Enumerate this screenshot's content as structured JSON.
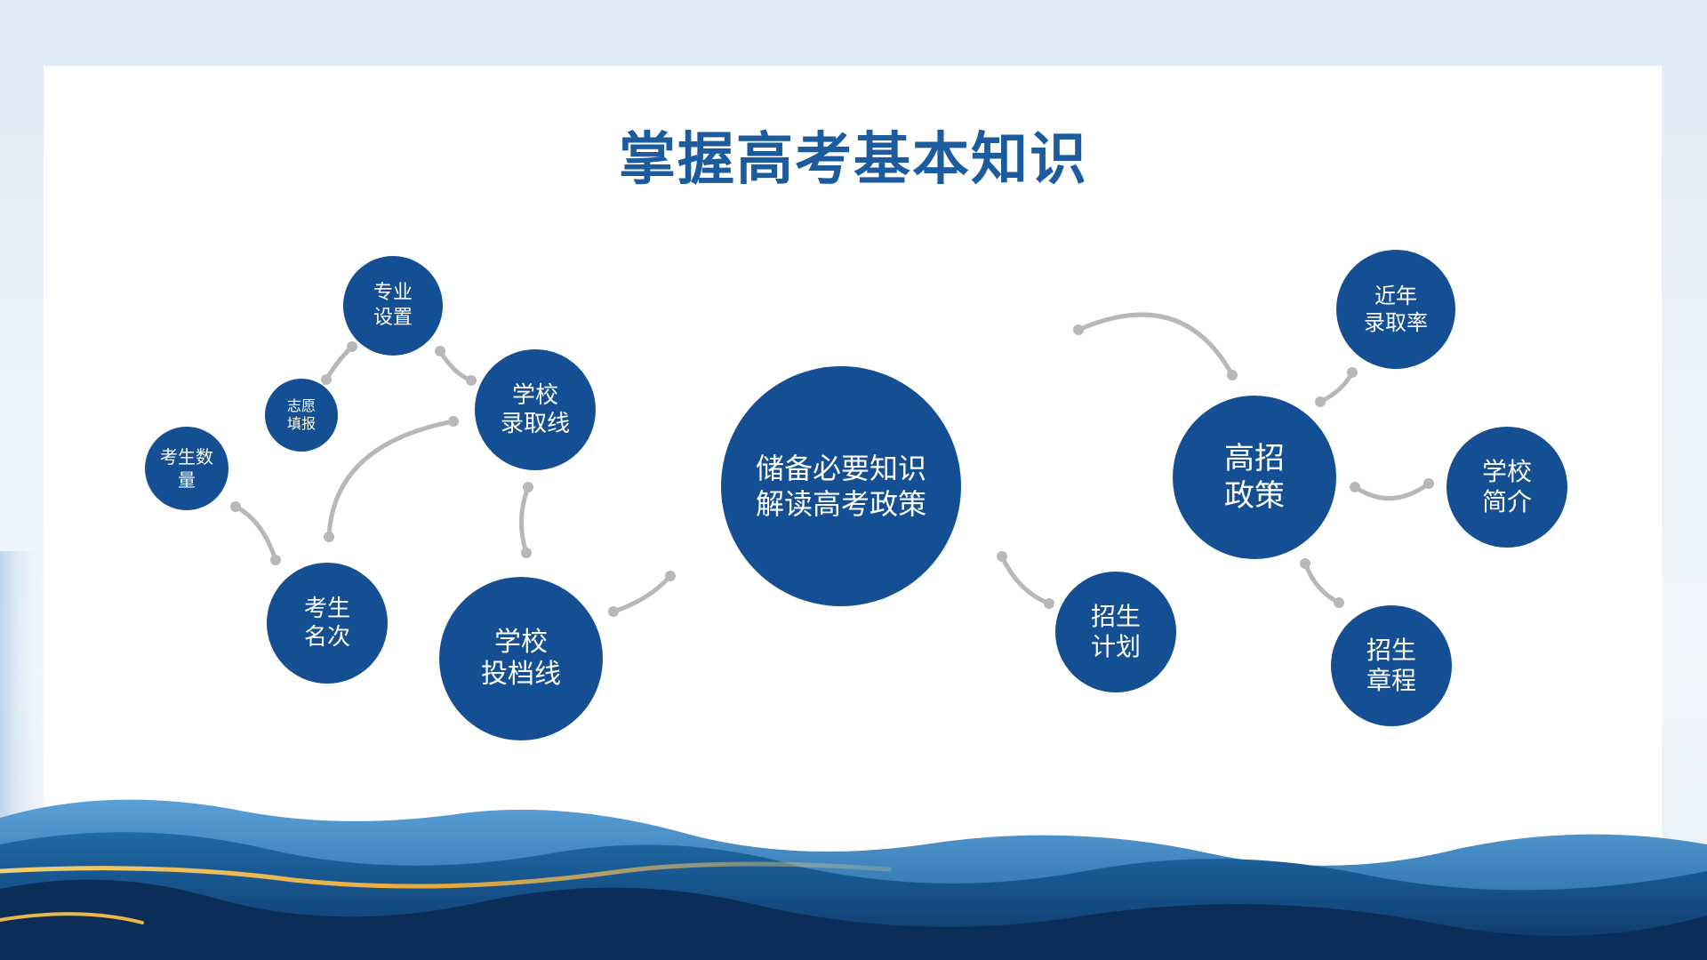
{
  "title": "掌握高考基本知识",
  "colors": {
    "node_fill": "#134f92",
    "title": "#1b5b9e",
    "connector": "#b8b8b8",
    "mountain_dark": "#0f3f73",
    "mountain_mid": "#1f6aa8",
    "mountain_light": "#5aa0d6",
    "gold": "#e8b64a"
  },
  "center": {
    "label": "储备必要知识\n解读高考政策"
  },
  "left_nodes": {
    "major_setup": "专业\n设置",
    "school_admission_line": "学校\n录取线",
    "application": "志愿\n填报",
    "student_count": "考生数\n量",
    "student_rank": "考生\n名次",
    "school_filing_line": "学校\n投档线"
  },
  "right_nodes": {
    "policy": "高招\n政策",
    "recent_rate": "近年\n录取率",
    "school_intro": "学校\n简介",
    "enrollment_plan": "招生\n计划",
    "enrollment_charter": "招生\n章程"
  }
}
